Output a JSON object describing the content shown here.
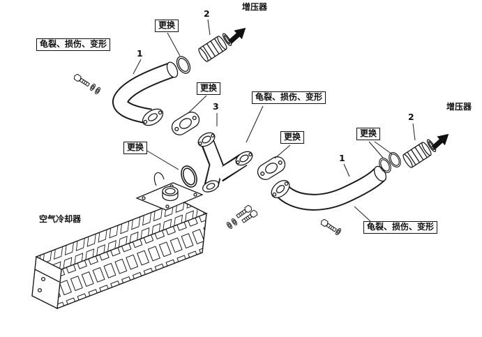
{
  "diagram": {
    "colors": {
      "line": "#1a1a1a",
      "background": "#ffffff",
      "arrow": "#111111"
    },
    "labels": {
      "turbo_top": "增压器",
      "turbo_right": "增压器",
      "air_cooler": "空气冷却器",
      "replace_top": "更换",
      "replace_mid_left": "更换",
      "replace_left": "更换",
      "replace_mid_right": "更换",
      "replace_right": "更换",
      "damage_top_left": "龟裂、损伤、变形",
      "damage_mid": "龟裂、损伤、变形",
      "damage_bottom_right": "龟裂、损伤、变形",
      "num1_top": "1",
      "num2_top": "2",
      "num3": "3",
      "num1_right": "1",
      "num2_right": "2"
    },
    "icons": {
      "turbo_arrow_top": "solid-arrow-up-right",
      "turbo_arrow_right": "solid-arrow-up-right"
    }
  }
}
